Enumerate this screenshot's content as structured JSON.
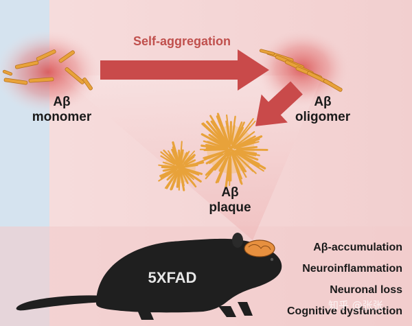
{
  "labels": {
    "self_aggregation": "Self-aggregation",
    "monomer_line1": "Aβ",
    "monomer_line2": "monomer",
    "oligomer_line1": "Aβ",
    "oligomer_line2": "oligomer",
    "plaque_line1": "Aβ",
    "plaque_line2": "plaque",
    "mouse": "5XFAD"
  },
  "effects": [
    "Aβ-accumulation",
    "Neuroinflammation",
    "Neuronal loss",
    "Cognitive dysfunction"
  ],
  "watermark": "知乎 @张张",
  "colors": {
    "background": "#f4d7d7",
    "left_strip": "#d5e3ef",
    "arrow": "#c94a4a",
    "fibril": "#e8a23a",
    "mouse": "#1f1f1f",
    "glow": "#d94a4a"
  }
}
